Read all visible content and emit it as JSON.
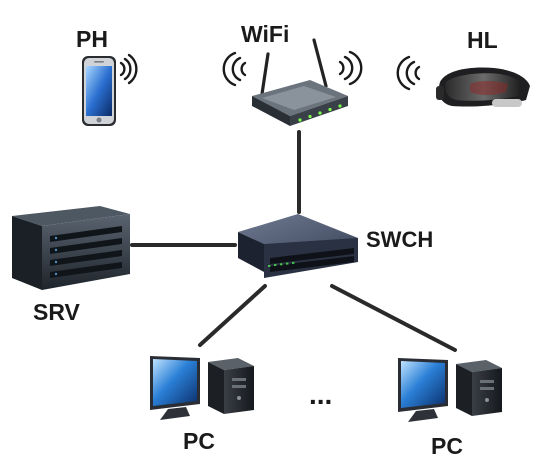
{
  "labels": {
    "phone": "PH",
    "wifi": "WiFi",
    "headset": "HL",
    "switch": "SWCH",
    "server": "SRV",
    "pc_left": "PC",
    "pc_right": "PC",
    "ellipsis": "..."
  },
  "icons": {
    "phone": "smartphone-icon",
    "router": "wifi-router-icon",
    "headset": "vr-headset-icon",
    "switch": "network-switch-icon",
    "server": "server-icon",
    "pc": "desktop-pc-icon"
  }
}
